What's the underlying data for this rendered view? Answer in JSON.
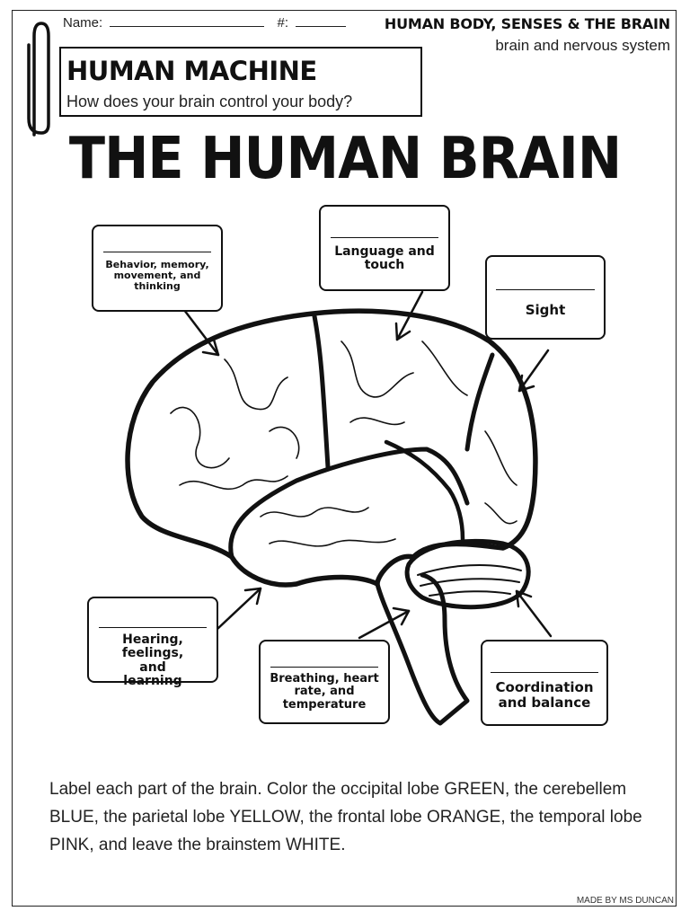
{
  "header": {
    "name_label": "Name:",
    "number_label": "#:",
    "unit_title": "HUMAN BODY, SENSES & THE BRAIN",
    "unit_subtitle": "brain and nervous system"
  },
  "lesson": {
    "title": "HUMAN MACHINE",
    "question": "How does your brain control your body?"
  },
  "worksheet": {
    "title": "THE HUMAN BRAIN",
    "labels": {
      "frontal": "Behavior, memory, movement, and thinking",
      "parietal": "Language and touch",
      "occipital": "Sight",
      "temporal": "Hearing, feelings, and learning",
      "brainstem": "Breathing, heart rate, and temperature",
      "cerebellum": "Coordination and balance"
    },
    "instructions": "Label each part of the brain.  Color the occipital lobe GREEN, the cerebellem BLUE, the parietal lobe YELLOW, the frontal lobe ORANGE, the temporal lobe PINK, and leave the brainstem WHITE."
  },
  "footer": {
    "credit": "MADE BY MS DUNCAN"
  }
}
